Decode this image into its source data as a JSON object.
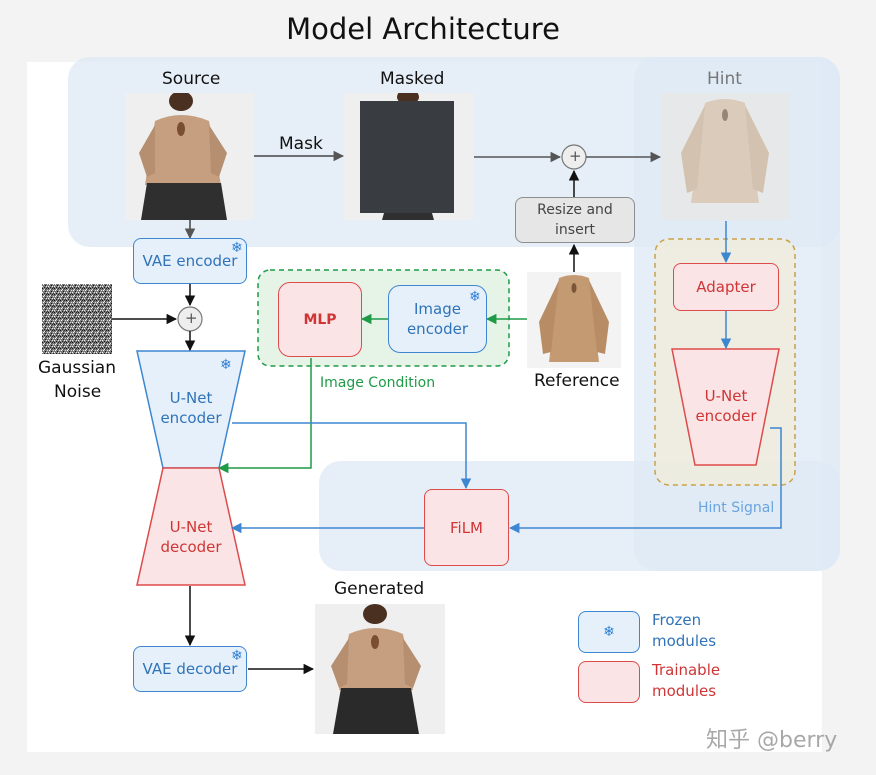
{
  "title": "Model Architecture",
  "images": {
    "source": "Source",
    "masked": "Masked",
    "hint": "Hint",
    "reference": "Reference",
    "generated": "Generated"
  },
  "labels": {
    "mask": "Mask",
    "gaussian_noise_line1": "Gaussian",
    "gaussian_noise_line2": "Noise",
    "image_condition": "Image Condition",
    "hint_signal": "Hint Signal"
  },
  "modules": {
    "vae_encoder": "VAE encoder",
    "vae_decoder": "VAE decoder",
    "mlp": "MLP",
    "image_encoder_line1": "Image",
    "image_encoder_line2": "encoder",
    "resize_line1": "Resize and",
    "resize_line2": "insert",
    "adapter": "Adapter",
    "unet_encoder_line1": "U-Net",
    "unet_encoder_line2": "encoder",
    "unet_decoder_line1": "U-Net",
    "unet_decoder_line2": "decoder",
    "hint_unet_line1": "U-Net",
    "hint_unet_line2": "encoder",
    "film": "FiLM"
  },
  "legend": {
    "frozen_line1": "Frozen",
    "frozen_line2": "modules",
    "trainable_line1": "Trainable",
    "trainable_line2": "modules"
  },
  "symbols": {
    "plus": "+",
    "snowflake": "❄"
  },
  "watermark": "知乎 @berry",
  "colors": {
    "frozen_fill": "#e6f0fb",
    "frozen_border": "#3d86d0",
    "trainable_fill": "#fbe4e6",
    "trainable_border": "#de4b4b",
    "image_condition_green": "#1f9a47",
    "hint_region": "#dde9f6"
  }
}
